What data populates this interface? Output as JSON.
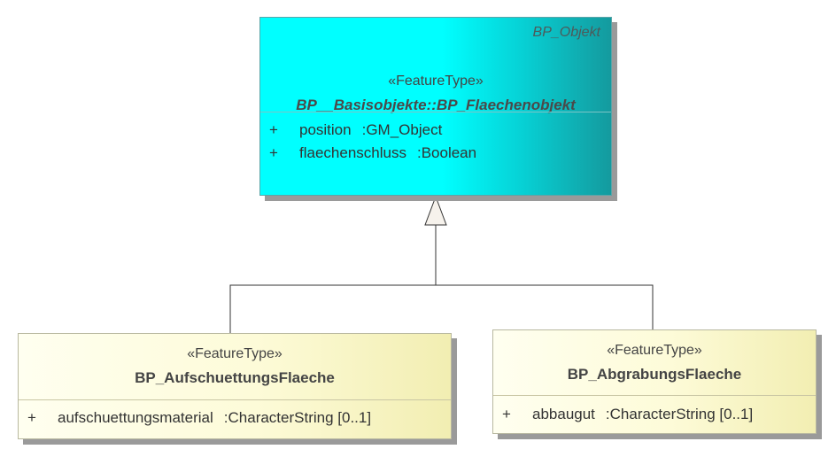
{
  "parent": {
    "package": "BP_Objekt",
    "stereotype": "«FeatureType»",
    "name": "BP__Basisobjekte::BP_Flaechenobjekt",
    "attributes": [
      {
        "visibility": "+",
        "name": "position",
        "type": ":GM_Object"
      },
      {
        "visibility": "+",
        "name": "flaechenschluss",
        "type": ":Boolean"
      }
    ]
  },
  "children": [
    {
      "stereotype": "«FeatureType»",
      "name": "BP_AufschuettungsFlaeche",
      "attributes": [
        {
          "visibility": "+",
          "name": "aufschuettungsmaterial",
          "type": ":CharacterString [0..1]"
        }
      ]
    },
    {
      "stereotype": "«FeatureType»",
      "name": "BP_AbgrabungsFlaeche",
      "attributes": [
        {
          "visibility": "+",
          "name": "abbaugut",
          "type": ":CharacterString [0..1]"
        }
      ]
    }
  ],
  "colors": {
    "parent_fill": "#00ffff",
    "child_fill": "#fdfbd8",
    "line": "#333333"
  }
}
